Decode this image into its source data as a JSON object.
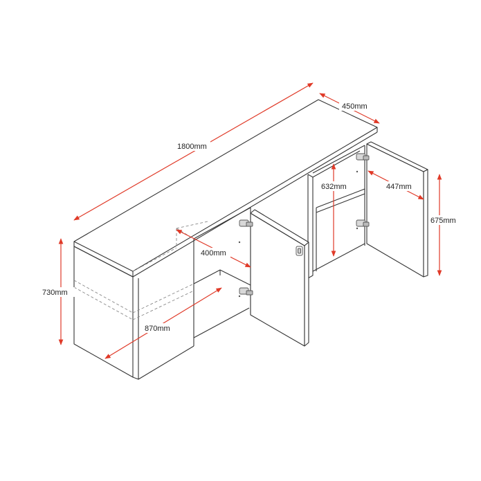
{
  "colors": {
    "line": "#333333",
    "hidden": "#888888",
    "dimension": "#e03a28",
    "hinge": "#555555"
  },
  "dimensions": {
    "width": "1800mm",
    "depth": "450mm",
    "height": "730mm",
    "inner_height": "632mm",
    "door_height": "675mm",
    "inner_depth": "447mm",
    "shelf_depth": "400mm",
    "inner_width": "870mm"
  },
  "icons": {
    "hinge": "hinge-icon",
    "handle": "handle-icon"
  }
}
